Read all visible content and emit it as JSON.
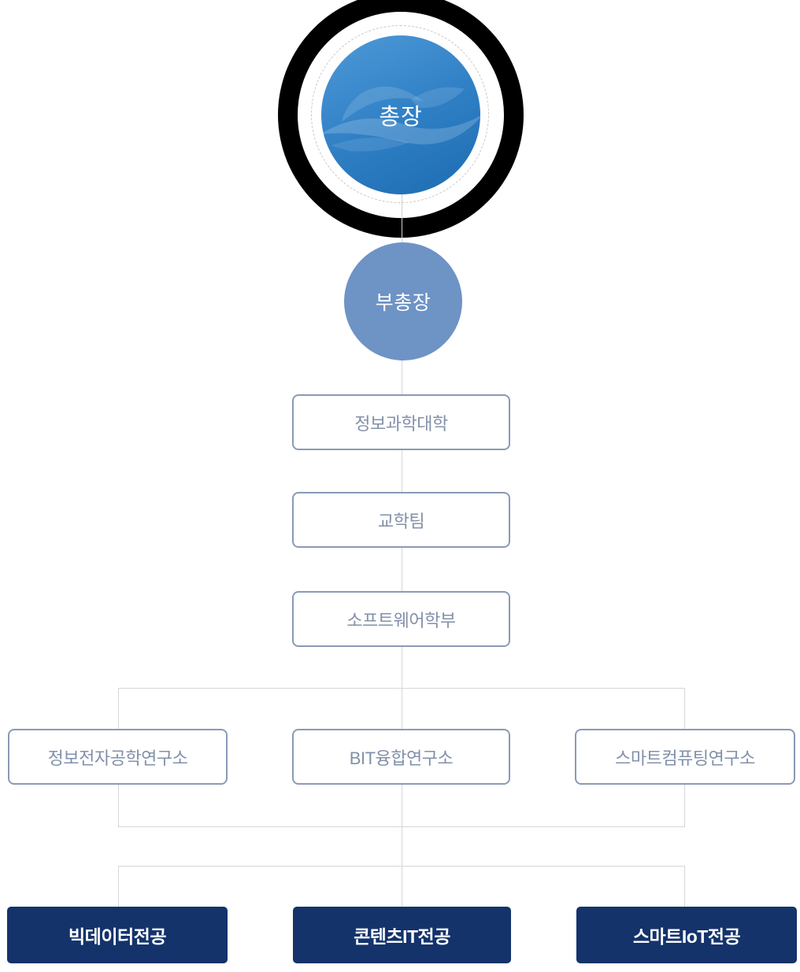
{
  "chart": {
    "title": "organization-chart",
    "president": {
      "label": "총장"
    },
    "vice_president": {
      "label": "부총장"
    },
    "units": [
      {
        "label": "정보과학대학"
      },
      {
        "label": "교학팀"
      },
      {
        "label": "소프트웨어학부"
      }
    ],
    "institutes": [
      {
        "label": "정보전자공학연구소"
      },
      {
        "label": "BIT융합연구소"
      },
      {
        "label": "스마트컴퓨팅연구소"
      }
    ],
    "majors": [
      {
        "label": "빅데이터전공"
      },
      {
        "label": "콘텐츠IT전공"
      },
      {
        "label": "스마트IoT전공"
      }
    ],
    "colors": {
      "president_gradient_top": "#4e9ad8",
      "president_gradient_bottom": "#1d6cb1",
      "president_outer_ring": "#000000",
      "vice_president_fill": "#6e93c5",
      "unit_border": "#8a9ab6",
      "unit_text": "#8290a9",
      "major_fill": "#14336b",
      "major_text": "#ffffff",
      "connector_line": "#d6d6d6"
    }
  }
}
